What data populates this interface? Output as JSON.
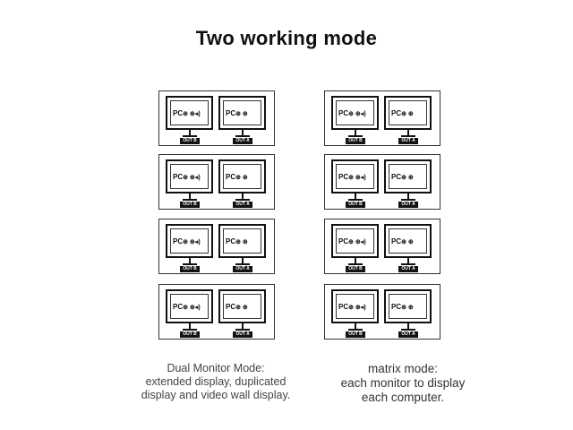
{
  "title": "Two  working mode",
  "left_column": {
    "panels": [
      {
        "left": {
          "text": "PC",
          "icons": "⊕ ⊕◂)"
        },
        "right": {
          "text": "PC",
          "icons": "⊕ ⊕"
        },
        "out_left": "OUT B",
        "out_right": "OUT A"
      },
      {
        "left": {
          "text": "PC",
          "icons": "⊕ ⊕◂)"
        },
        "right": {
          "text": "PC",
          "icons": "⊕ ⊕"
        },
        "out_left": "OUT B",
        "out_right": "OUT A"
      },
      {
        "left": {
          "text": "PC",
          "icons": "⊕ ⊕◂)"
        },
        "right": {
          "text": "PC",
          "icons": "⊕ ⊕"
        },
        "out_left": "OUT B",
        "out_right": "OUT A"
      },
      {
        "left": {
          "text": "PC",
          "icons": "⊕ ⊕◂)"
        },
        "right": {
          "text": "PC",
          "icons": "⊕ ⊕"
        },
        "out_left": "OUT B",
        "out_right": "OUT A"
      }
    ],
    "caption": [
      "Dual Monitor Mode:",
      "extended display, duplicated",
      "display and video wall display."
    ]
  },
  "right_column": {
    "panels": [
      {
        "left": {
          "text": "PC",
          "icons": "⊕ ⊕◂)"
        },
        "right": {
          "text": "PC",
          "icons": "⊕ ⊕"
        },
        "out_left": "OUT B",
        "out_right": "OUT A"
      },
      {
        "left": {
          "text": "PC",
          "icons": "⊕ ⊕◂)"
        },
        "right": {
          "text": "PC",
          "icons": "⊕ ⊕"
        },
        "out_left": "OUT B",
        "out_right": "OUT A"
      },
      {
        "left": {
          "text": "PC",
          "icons": "⊕ ⊕◂)"
        },
        "right": {
          "text": "PC",
          "icons": "⊕ ⊕"
        },
        "out_left": "OUT B",
        "out_right": "OUT A"
      },
      {
        "left": {
          "text": "PC",
          "icons": "⊕ ⊕◂)"
        },
        "right": {
          "text": "PC",
          "icons": "⊕ ⊕"
        },
        "out_left": "OUT B",
        "out_right": "OUT A"
      }
    ],
    "caption": [
      "matrix mode:",
      "each monitor to display",
      "each computer."
    ]
  }
}
